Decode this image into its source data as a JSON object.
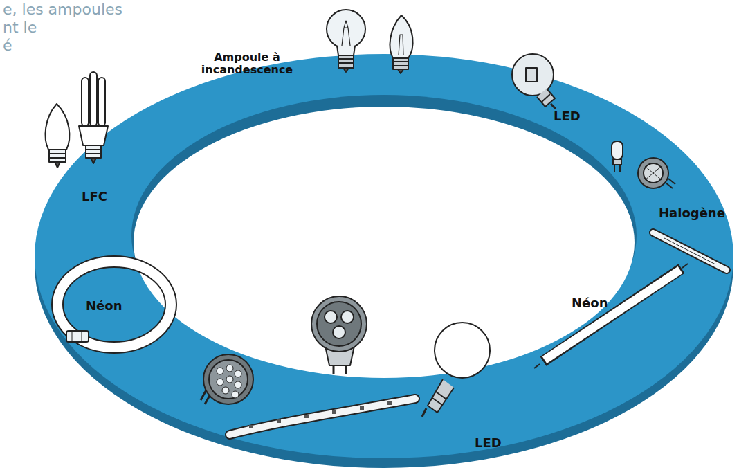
{
  "diagram": {
    "labels": [
      "e, les ampoules",
      "nt le",
      "é",
      "Ampoule à incandescence",
      "LED",
      "Halogène",
      "Néon",
      "LED",
      "Néon",
      "LFC"
    ]
  }
}
